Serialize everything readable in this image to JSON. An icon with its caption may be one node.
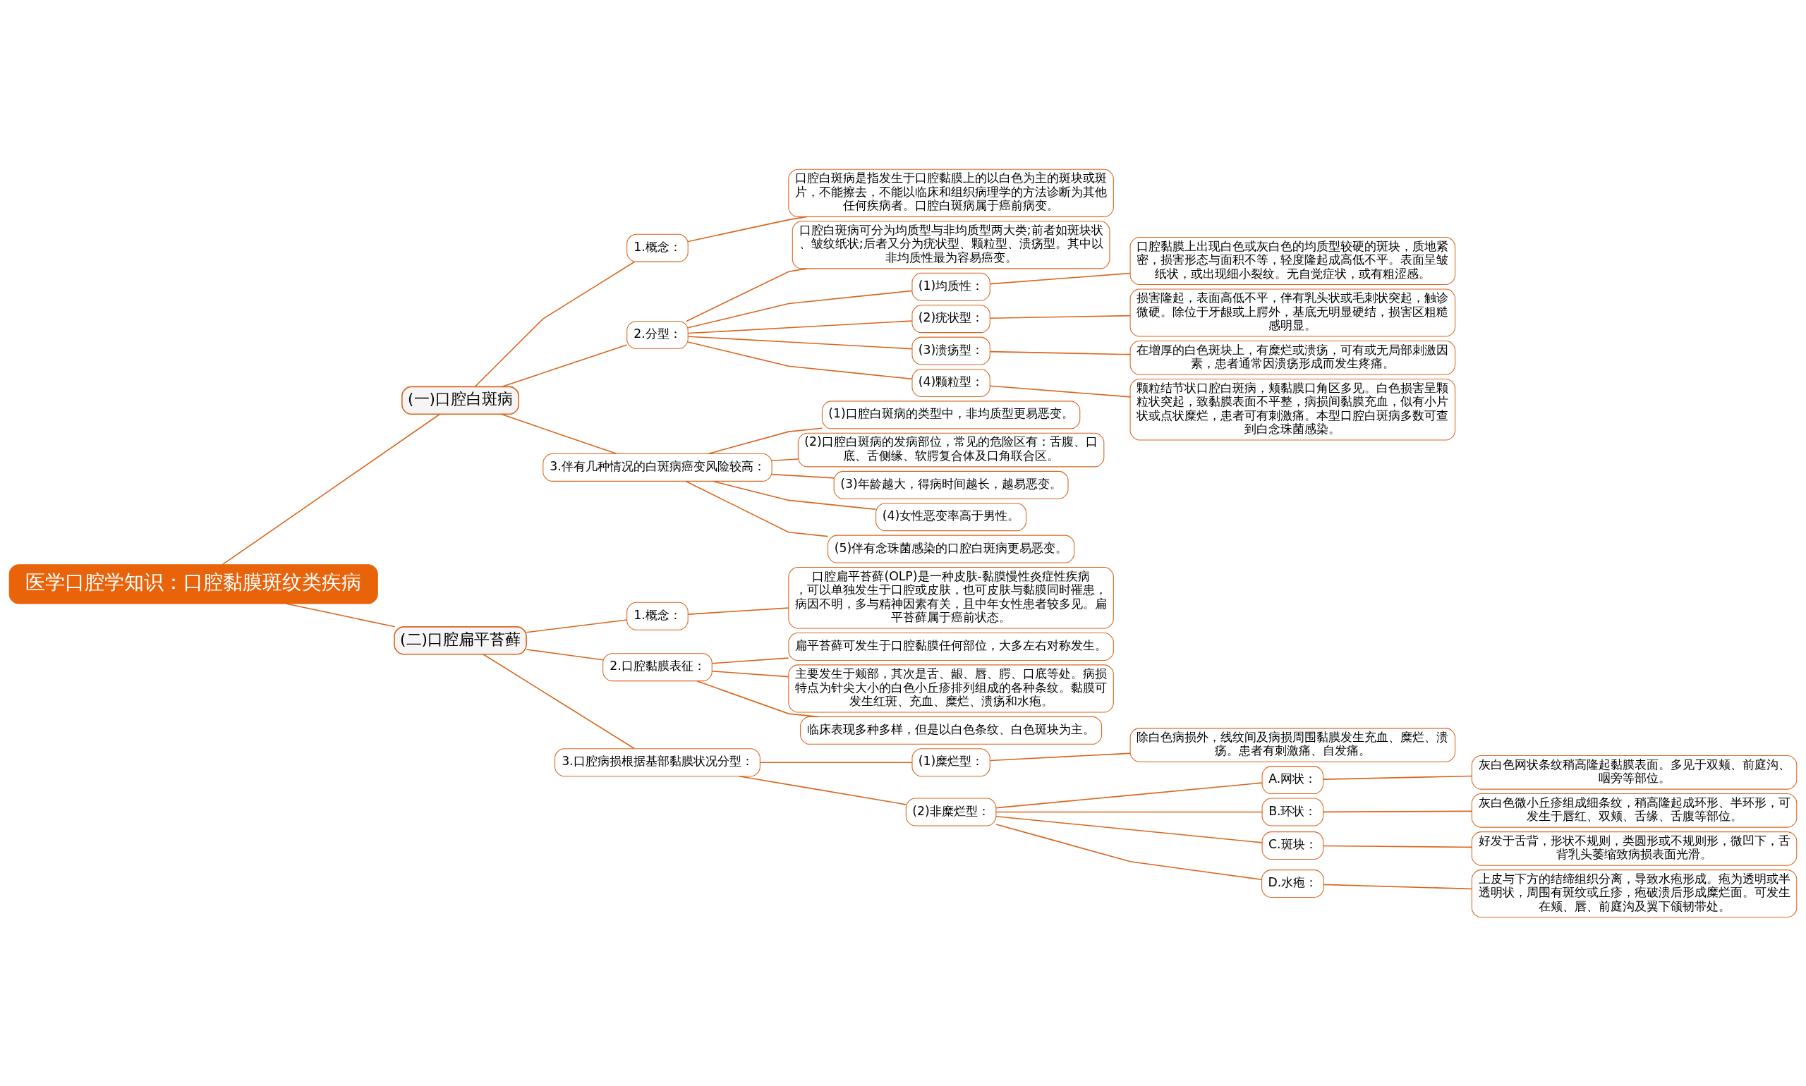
{
  "diagram": {
    "nodes": [
      {
        "text": [
          "医学口腔学知识：口腔黏膜斑纹类疾病"
        ]
      },
      {
        "text": [
          "(一)口腔白斑病"
        ]
      },
      {
        "text": [
          "1.概念："
        ]
      },
      {
        "text": [
          "口腔白斑病是指发生于口腔黏膜上的以白色为主的斑块或斑片，不能擦去，不能以临床和组织病理学的方法诊断为其他任何疾病者。口腔白斑病属于癌前病变。"
        ]
      },
      {
        "text": [
          "2.分型："
        ]
      },
      {
        "text": [
          "口腔白斑病可分为均质型与非均质型两大类;前者如斑块状、皱纹纸状;后者又分为疣状型、颗粒型、溃疡型。其中以非均质性最为容易癌变。"
        ]
      },
      {
        "text": [
          "(1)均质性："
        ]
      },
      {
        "text": [
          "口腔黏膜上出现白色或灰白色的均质型较硬的斑块，质地紧密，损害形态与面积不等，轻度隆起成高低不平。表面呈皱纸状，或出现细小裂纹。无自觉症状，或有粗涩感。"
        ]
      },
      {
        "text": [
          "(2)疣状型："
        ]
      },
      {
        "text": [
          "损害隆起，表面高低不平，伴有乳头状或毛刺状突起，触诊微硬。除位于牙龈或上腭外，基底无明显硬结，损害区粗糙感明显。"
        ]
      },
      {
        "text": [
          "(3)溃疡型："
        ]
      },
      {
        "text": [
          "在增厚的白色斑块上，有糜烂或溃疡，可有或无局部刺激因素，患者通常因溃疡形成而发生疼痛。"
        ]
      },
      {
        "text": [
          "(4)颗粒型："
        ]
      },
      {
        "text": [
          "颗粒结节状口腔白斑病，颊黏膜口角区多见。白色损害呈颗粒状突起，致黏膜表面不平整，病损间黏膜充血，似有小片状或点状糜烂，患者可有刺激痛。本型口腔白斑病多数可查到白念珠菌感染。"
        ]
      },
      {
        "text": [
          "3.伴有几种情况的白斑病癌变风险较高："
        ]
      },
      {
        "text": [
          "(1)口腔白斑病的类型中，非均质型更易恶变。"
        ]
      },
      {
        "text": [
          "(2)口腔白斑病的发病部位，常见的危险区有：舌腹、口底、舌侧缘、软腭复合体及口角联合区。"
        ]
      },
      {
        "text": [
          "(3)年龄越大，得病时间越长，越易恶变。"
        ]
      },
      {
        "text": [
          "(4)女性恶变率高于男性。"
        ]
      },
      {
        "text": [
          "(5)伴有念珠菌感染的口腔白斑病更易恶变。"
        ]
      },
      {
        "text": [
          "(二)口腔扁平苔藓"
        ]
      },
      {
        "text": [
          "1.概念："
        ]
      },
      {
        "text": [
          "口腔扁平苔藓(OLP)是一种皮肤-黏膜慢性炎症性疾病，可以单独发生于口腔或皮肤，也可皮肤与黏膜同时罹患，病因不明，多与精神因素有关，且中年女性患者较多见。扁平苔藓属于癌前状态。"
        ]
      },
      {
        "text": [
          "2.口腔黏膜表征："
        ]
      },
      {
        "text": [
          "扁平苔藓可发生于口腔黏膜任何部位，大多左右对称发生。"
        ]
      },
      {
        "text": [
          "主要发生于颊部，其次是舌、龈、唇、腭、口底等处。病损特点为针尖大小的白色小丘疹排列组成的各种条纹。黏膜可发生红斑、充血、糜烂、溃疡和水疱。"
        ]
      },
      {
        "text": [
          "临床表现多种多样，但是以白色条纹、白色斑块为主。"
        ]
      },
      {
        "text": [
          "3.口腔病损根据基部黏膜状况分型："
        ]
      },
      {
        "text": [
          "(1)糜烂型："
        ]
      },
      {
        "text": [
          "除白色病损外，线纹间及病损周围黏膜发生充血、糜烂、溃疡。患者有刺激痛、自发痛。"
        ]
      },
      {
        "text": [
          "(2)非糜烂型："
        ]
      },
      {
        "text": [
          "A.网状："
        ]
      },
      {
        "text": [
          "灰白色网状条纹稍高隆起黏膜表面。多见于双颊、前庭沟、咽旁等部位。"
        ]
      },
      {
        "text": [
          "B.环状："
        ]
      },
      {
        "text": [
          "灰白色微小丘疹组成细条纹，稍高隆起成环形、半环形，可发生于唇红、双颊、舌缘、舌腹等部位。"
        ]
      },
      {
        "text": [
          "C.斑块："
        ]
      },
      {
        "text": [
          "好发于舌背，形状不规则，类圆形或不规则形，微凹下，舌背乳头萎缩致病损表面光滑。"
        ]
      },
      {
        "text": [
          "D.水疱："
        ]
      },
      {
        "text": [
          "上皮与下方的结缔组织分离，导致水疱形成。疱为透明或半透明状，周围有斑纹或丘疹，疱破溃后形成糜烂面。可发生在颊、唇、前庭沟及翼下颌韧带处。"
        ]
      }
    ],
    "edges": [
      {
        "from": 0,
        "to": 1,
        "arrow": "none"
      },
      {
        "from": 1,
        "to": 2,
        "arrow": "none"
      },
      {
        "from": 2,
        "to": 3,
        "arrow": "none"
      },
      {
        "from": 1,
        "to": 4,
        "arrow": "none"
      },
      {
        "from": 4,
        "to": 5,
        "arrow": "none"
      },
      {
        "from": 4,
        "to": 6,
        "arrow": "none"
      },
      {
        "from": 6,
        "to": 7,
        "arrow": "none"
      },
      {
        "from": 4,
        "to": 8,
        "arrow": "none"
      },
      {
        "from": 8,
        "to": 9,
        "arrow": "none"
      },
      {
        "from": 4,
        "to": 10,
        "arrow": "none"
      },
      {
        "from": 10,
        "to": 11,
        "arrow": "none"
      },
      {
        "from": 4,
        "to": 12,
        "arrow": "none"
      },
      {
        "from": 12,
        "to": 13,
        "arrow": "none"
      },
      {
        "from": 1,
        "to": 14,
        "arrow": "none"
      },
      {
        "from": 14,
        "to": 15,
        "arrow": "none"
      },
      {
        "from": 14,
        "to": 16,
        "arrow": "none"
      },
      {
        "from": 14,
        "to": 17,
        "arrow": "none"
      },
      {
        "from": 14,
        "to": 18,
        "arrow": "none"
      },
      {
        "from": 14,
        "to": 19,
        "arrow": "none"
      },
      {
        "from": 0,
        "to": 20,
        "arrow": "none"
      },
      {
        "from": 20,
        "to": 21,
        "arrow": "none"
      },
      {
        "from": 21,
        "to": 22,
        "arrow": "none"
      },
      {
        "from": 20,
        "to": 23,
        "arrow": "none"
      },
      {
        "from": 23,
        "to": 24,
        "arrow": "none"
      },
      {
        "from": 23,
        "to": 25,
        "arrow": "none"
      },
      {
        "from": 23,
        "to": 26,
        "arrow": "none"
      },
      {
        "from": 20,
        "to": 27,
        "arrow": "none"
      },
      {
        "from": 27,
        "to": 28,
        "arrow": "none"
      },
      {
        "from": 28,
        "to": 29,
        "arrow": "none"
      },
      {
        "from": 27,
        "to": 30,
        "arrow": "none"
      },
      {
        "from": 30,
        "to": 31,
        "arrow": "none"
      },
      {
        "from": 31,
        "to": 32,
        "arrow": "none"
      },
      {
        "from": 30,
        "to": 33,
        "arrow": "none"
      },
      {
        "from": 33,
        "to": 34,
        "arrow": "none"
      },
      {
        "from": 30,
        "to": 35,
        "arrow": "none"
      },
      {
        "from": 35,
        "to": 36,
        "arrow": "none"
      },
      {
        "from": 30,
        "to": 37,
        "arrow": "none"
      },
      {
        "from": 37,
        "to": 38,
        "arrow": "none"
      }
    ]
  }
}
